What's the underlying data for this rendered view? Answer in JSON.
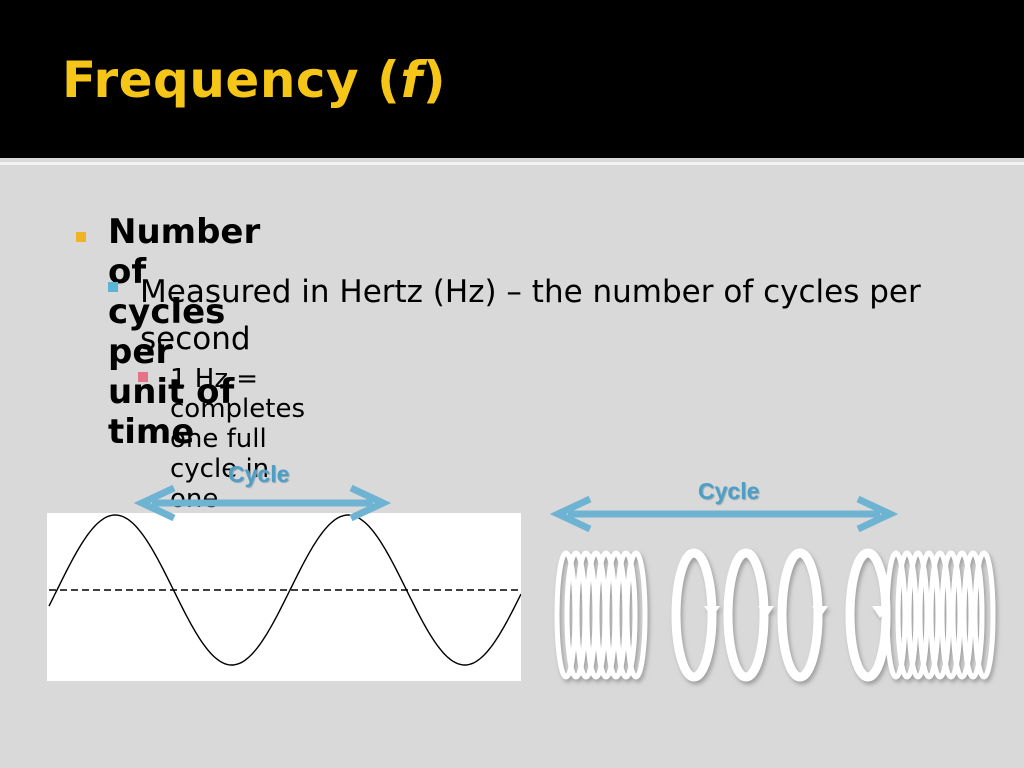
{
  "slide": {
    "title_main": "Frequency (",
    "title_var": "f",
    "title_close": ")"
  },
  "bullets": {
    "level1": "Number of cycles per unit of time",
    "level2": "Measured in Hertz (Hz) – the number of cycles per second",
    "level3": "1 Hz = completes one full cycle in one second"
  },
  "diagram": {
    "cycle_label_left": "Cycle",
    "cycle_label_right": "Cycle"
  },
  "colors": {
    "title": "#f5c518",
    "arrow": "#6fb3d2",
    "bullet_l1": "#f0b323",
    "bullet_l2": "#5ab4d6",
    "bullet_l3": "#e57385"
  }
}
